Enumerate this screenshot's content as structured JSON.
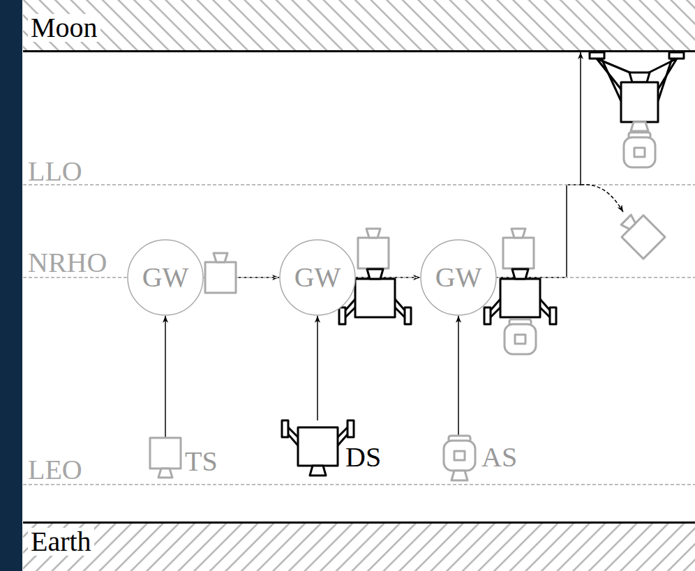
{
  "diagram": {
    "nodes": [
      {
        "text": [
          "Moon"
        ]
      },
      {
        "text": [
          "GW"
        ]
      },
      {
        "text": [
          "GW"
        ]
      },
      {
        "text": [
          "GW"
        ]
      },
      {
        "text": [
          "TS"
        ]
      },
      {
        "text": [
          "DS"
        ]
      },
      {
        "text": [
          "AS"
        ]
      },
      {
        "text": [
          "Earth"
        ]
      }
    ],
    "edges": [
      {
        "from": 4,
        "to": 1,
        "arrow": "to"
      },
      {
        "from": 5,
        "to": 2,
        "arrow": "to"
      },
      {
        "from": 6,
        "to": 3,
        "arrow": "to"
      },
      {
        "from": 1,
        "to": 2,
        "arrow": "to"
      },
      {
        "from": 2,
        "to": 3,
        "arrow": "to"
      },
      {
        "from": 3,
        "to": 0,
        "arrow": "to"
      }
    ],
    "labels": [
      "LLO",
      "NRHO",
      "LEO"
    ]
  }
}
